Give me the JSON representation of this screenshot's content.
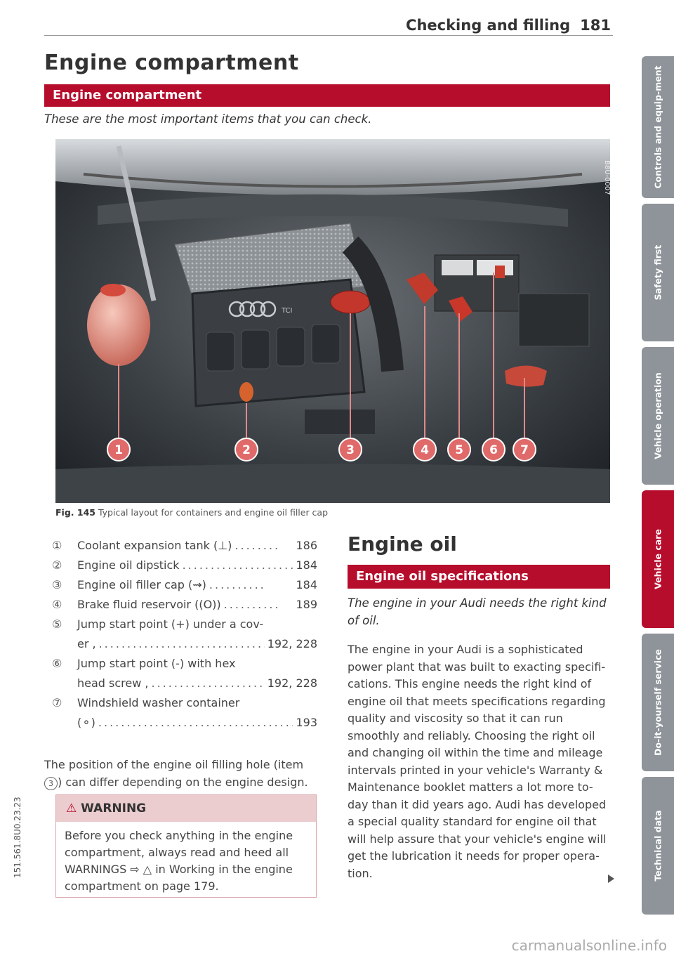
{
  "header": {
    "section": "Checking and filling",
    "page": "181"
  },
  "title": "Engine compartment",
  "subhead": "Engine compartment",
  "intro": "These are the most important items that you can check.",
  "figure": {
    "code": "B8U-0007",
    "badge_logo": "TCI",
    "callouts": [
      "1",
      "2",
      "3",
      "4",
      "5",
      "6",
      "7"
    ],
    "caption_label": "Fig. 145",
    "caption_text": "Typical layout for containers and engine oil filler cap"
  },
  "items": [
    {
      "num": "①",
      "label": "Coolant expansion tank (⊥)",
      "page": "186"
    },
    {
      "num": "②",
      "label": "Engine oil dipstick",
      "page": "184"
    },
    {
      "num": "③",
      "label": "Engine oil filler cap (⇝)",
      "page": "184"
    },
    {
      "num": "④",
      "label": "Brake fluid reservoir ((O))",
      "page": "189"
    },
    {
      "num": "⑤",
      "label_line1": "Jump start point (+) under a cov-",
      "label_line2": "er ,",
      "page": "192, 228"
    },
    {
      "num": "⑥",
      "label_line1": "Jump start point (-) with hex",
      "label_line2": "head screw ,",
      "page": "192, 228"
    },
    {
      "num": "⑦",
      "label_line1": "Windshield washer container",
      "label_line2": "(⚬)",
      "page": "193"
    }
  ],
  "position_note": {
    "pre": "The position of the engine oil filling hole (item ",
    "ref": "3",
    "post": ") can differ depending on the engine design."
  },
  "warning": {
    "heading": "WARNING",
    "body": "Before you check anything in the engine compartment, always read and heed all WARNINGS ⇨ △ in Working in the engine compartment on page 179."
  },
  "engine_oil": {
    "heading": "Engine oil",
    "subhead": "Engine oil specifications",
    "intro": "The engine in your Audi needs the right kind of oil.",
    "body": "The engine in your Audi is a sophisticated power plant that was built to exacting specifi-cations. This engine needs the right kind of engine oil that meets specifications regarding quality and viscosity so that it can run smoothly and reliably. Choosing the right oil and changing oil within the time and mileage intervals printed in your vehicle's Warranty & Maintenance booklet matters a lot more to-day than it did years ago. Audi has developed a special quality standard for engine oil that will help assure that your vehicle's engine will get the lubrication it needs for proper opera-tion."
  },
  "side_code": "151.561.8U0.23.23",
  "tabs": [
    {
      "label": "Controls and equip-ment",
      "active": false
    },
    {
      "label": "Safety first",
      "active": false
    },
    {
      "label": "Vehicle operation",
      "active": false
    },
    {
      "label": "Vehicle care",
      "active": true
    },
    {
      "label": "Do-it-yourself service",
      "active": false
    },
    {
      "label": "Technical data",
      "active": false
    }
  ],
  "watermark": "carmanualsonline.info"
}
